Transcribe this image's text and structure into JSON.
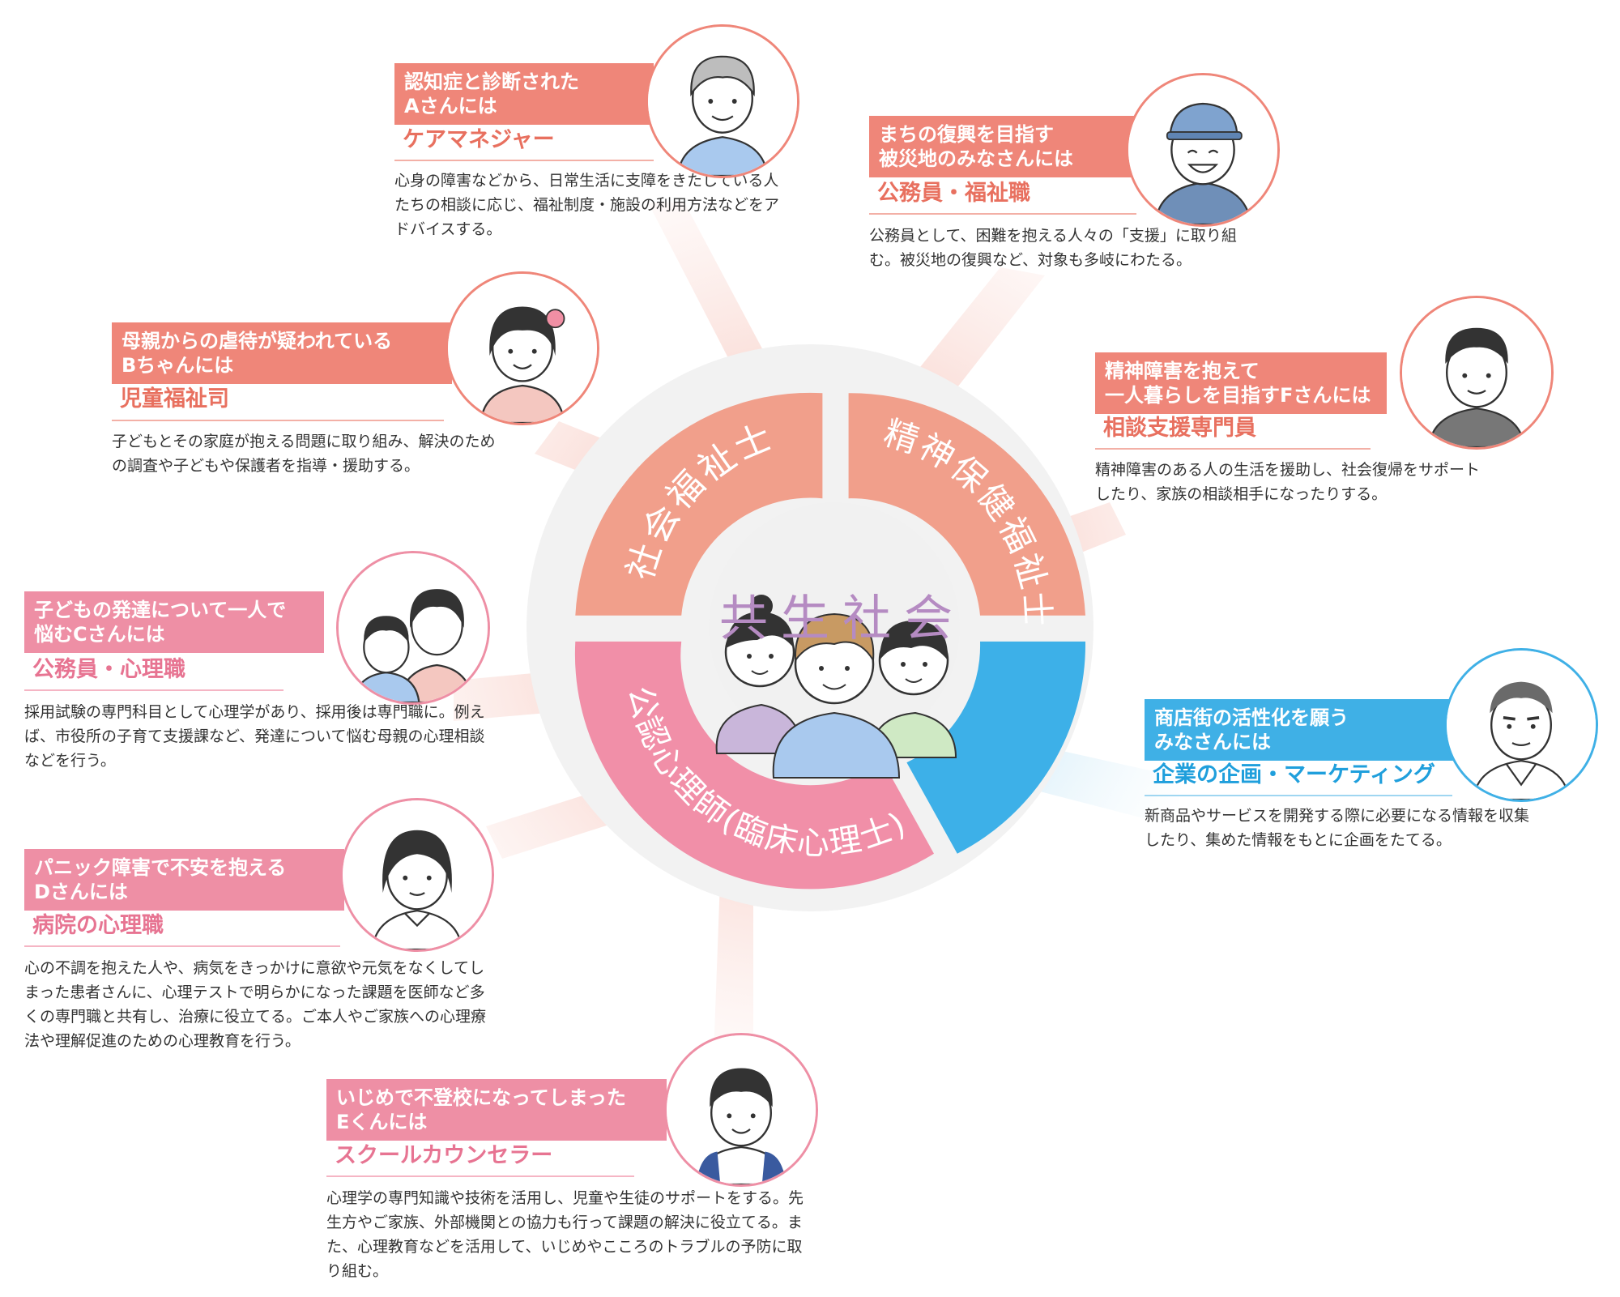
{
  "colors": {
    "salmon_band": "#ef8679",
    "salmon_text": "#e8705f",
    "pink_band": "#ee8fa5",
    "pink_text": "#e77492",
    "blue_band": "#3fb0e6",
    "blue_text": "#1f9fdc",
    "ring_salmon": "#f19f8b",
    "ring_pink": "#f18fa8",
    "ring_blue": "#3db0e8",
    "center_text": "#b58bc2"
  },
  "center": {
    "title": "共生社会",
    "segments": {
      "social_worker": "社会福祉士",
      "mental_health": "精神保健福祉士",
      "psychologist": "公認心理師(臨床心理士)"
    }
  },
  "cards": {
    "a": {
      "band": "認知症と診断された\nAさんには",
      "role": "ケアマネジャー",
      "desc": "心身の障害などから、日常生活に支障をきたしている人たちの相談に応じ、福祉制度・施設の利用方法などをアドバイスする。",
      "avatar": "elderly-woman-icon"
    },
    "disaster": {
      "band": "まちの復興を目指す\n被災地のみなさんには",
      "role": "公務員・福祉職",
      "desc": "公務員として、困難を抱える人々の「支援」に取り組む。被災地の復興など、対象も多岐にわたる。",
      "avatar": "worker-man-cap-icon"
    },
    "b": {
      "band": "母親からの虐待が疑われている\nBちゃんには",
      "role": "児童福祉司",
      "desc": "子どもとその家庭が抱える問題に取り組み、解決のための調査や子どもや保護者を指導・援助する。",
      "avatar": "girl-icon"
    },
    "f": {
      "band": "精神障害を抱えて\n一人暮らしを目指すFさんには",
      "role": "相談支援専門員",
      "desc": "精神障害のある人の生活を援助し、社会復帰をサポートしたり、家族の相談相手になったりする。",
      "avatar": "young-man-icon"
    },
    "c": {
      "band": "子どもの発達について一人で\n悩むCさんには",
      "role": "公務員・心理職",
      "desc": "採用試験の専門科目として心理学があり、採用後は専門職に。例えば、市役所の子育て支援課など、発達について悩む母親の心理相談などを行う。",
      "avatar": "mother-child-icon"
    },
    "shop": {
      "band": "商店街の活性化を願う\nみなさんには",
      "role": "企業の企画・マーケティング",
      "desc": "新商品やサービスを開発する際に必要になる情報を収集したり、集めた情報をもとに企画をたてる。",
      "avatar": "elderly-man-icon"
    },
    "d": {
      "band": "パニック障害で不安を抱える\nDさんには",
      "role": "病院の心理職",
      "desc": "心の不調を抱えた人や、病気をきっかけに意欲や元気をなくしてしまった患者さんに、心理テストで明らかになった課題を医師など多くの専門職と共有し、治療に役立てる。ご本人やご家族への心理療法や理解促進のための心理教育を行う。",
      "avatar": "woman-short-hair-icon"
    },
    "e": {
      "band": "いじめで不登校になってしまった\nEくんには",
      "role": "スクールカウンセラー",
      "desc": "心理学の専門知識や技術を活用し、児童や生徒のサポートをする。先生方やご家族、外部機関との協力も行って課題の解決に役立てる。また、心理教育などを活用して、いじめやこころのトラブルの予防に取り組む。",
      "avatar": "boy-icon"
    }
  }
}
